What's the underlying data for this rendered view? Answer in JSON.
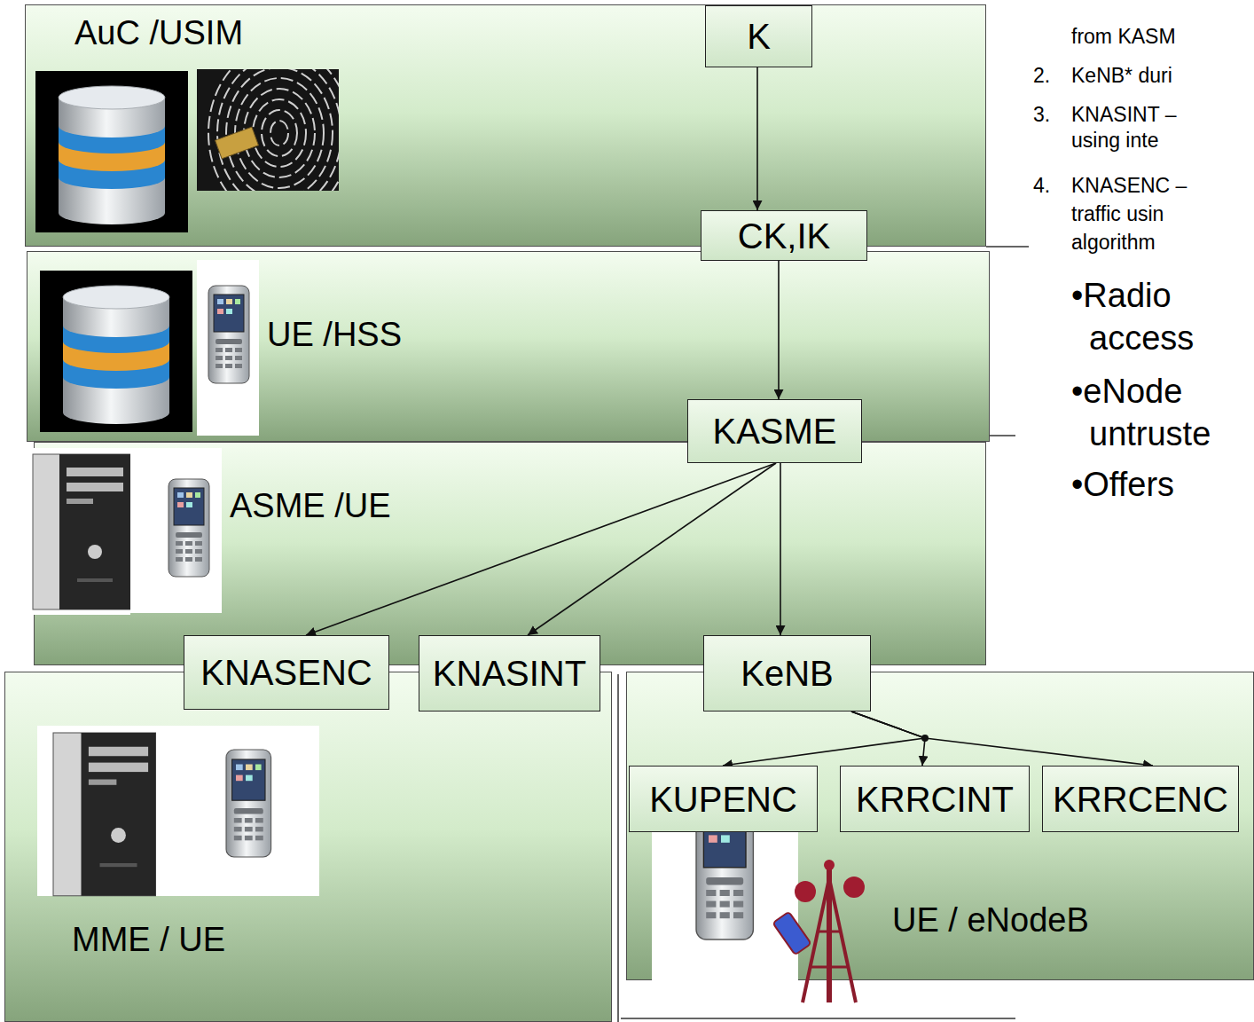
{
  "diagram": {
    "nodes": [
      {
        "text": [
          "AuC /USIM"
        ]
      },
      {
        "text": [
          "K"
        ],
        "in": 0
      },
      {
        "text": [
          "CK,IK"
        ]
      },
      {
        "text": [
          "UE /HSS"
        ]
      },
      {
        "text": [
          "KASME"
        ]
      },
      {
        "text": [
          "ASME /UE"
        ]
      },
      {
        "text": [
          "KNASENC"
        ]
      },
      {
        "text": [
          "KNASINT"
        ]
      },
      {
        "text": [
          "KeNB"
        ]
      },
      {
        "text": [
          "MME / UE"
        ]
      },
      {
        "text": [
          "UE / eNodeB"
        ]
      },
      {
        "text": [
          "KUPENC"
        ],
        "in": 10
      },
      {
        "text": [
          "KRRCINT"
        ],
        "in": 10
      },
      {
        "text": [
          "KRRCENC"
        ],
        "in": 10
      }
    ],
    "edges": [
      {
        "from": 1,
        "to": 2,
        "arrow": "to"
      },
      {
        "from": 2,
        "to": 4,
        "arrow": "to"
      },
      {
        "from": 4,
        "to": 6,
        "arrow": "to"
      },
      {
        "from": 4,
        "to": 7,
        "arrow": "to"
      },
      {
        "from": 4,
        "to": 8,
        "arrow": "to"
      },
      {
        "from": 8,
        "to": 11,
        "arrow": "to"
      },
      {
        "from": 8,
        "to": 12,
        "arrow": "to"
      },
      {
        "from": 8,
        "to": 13,
        "arrow": "to"
      }
    ],
    "labels": [
      "from KASM",
      "2.",
      "KeNB* duri",
      "3.",
      "KNASINT –",
      "using inte",
      "4.",
      "KNASENC –",
      "traffic usin",
      "algorithm",
      "•Radio",
      "access",
      "•eNode",
      "untruste",
      "•Offers"
    ]
  }
}
